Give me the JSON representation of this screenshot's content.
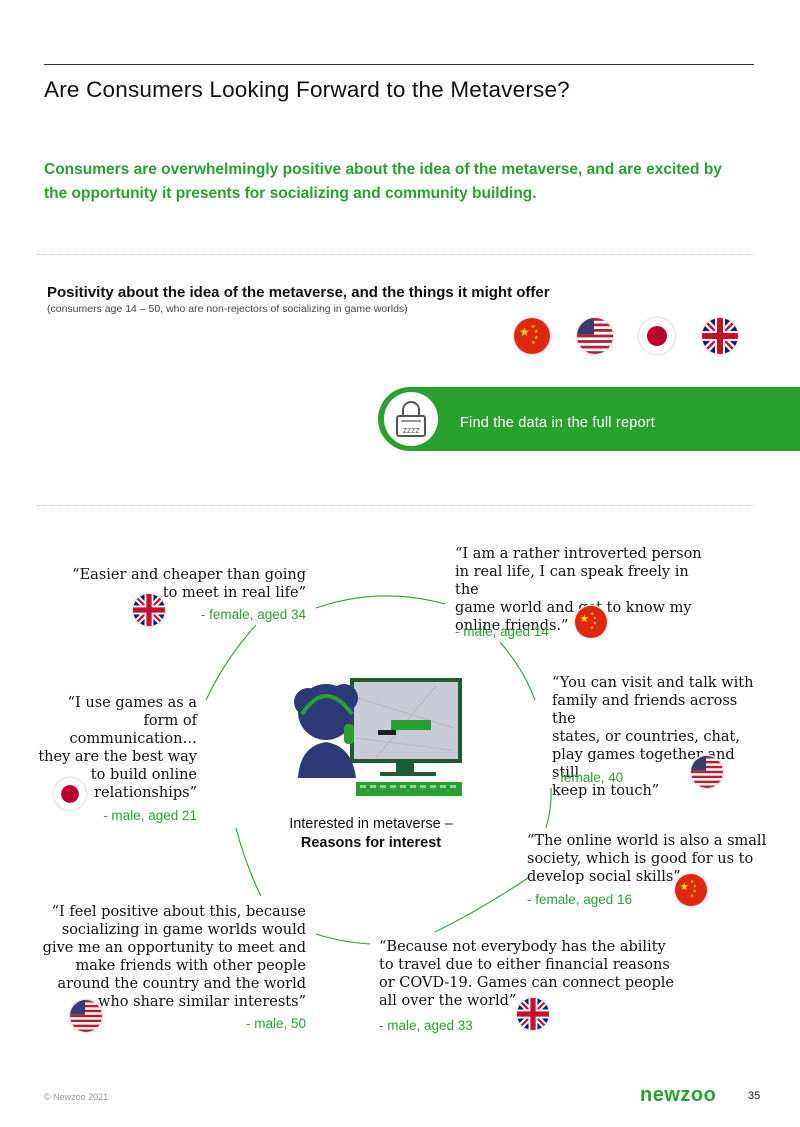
{
  "title": "Are Consumers Looking Forward to the Metaverse?",
  "lead": "Consumers are overwhelmingly positive about the idea of the metaverse, and are excited by the opportunity it presents for socializing and community building.",
  "section": {
    "title": "Positivity about the idea of the metaverse, and the things it might offer",
    "subtitle": "(consumers age 14 – 50, who are non-rejectors of socializing in game worlds)",
    "flags": [
      "china-flag-icon",
      "usa-flag-icon",
      "japan-flag-icon",
      "uk-flag-icon"
    ]
  },
  "cta": {
    "label": "Find the data in the full report",
    "icon": "padlock-icon"
  },
  "center": {
    "line1": "Interested in metaverse –",
    "line2": "Reasons for interest"
  },
  "quotes": [
    {
      "text_lines": [
        "“Easier and cheaper than going",
        "to meet in real life”"
      ],
      "who": "- female, aged 34",
      "flag": "uk"
    },
    {
      "text_lines": [
        "“I am a rather introverted person",
        "in real life, I can speak freely in the",
        "game world and get to know my",
        "online friends.”"
      ],
      "who": "- male, aged 14",
      "flag": "china"
    },
    {
      "text_lines": [
        "“You can visit and talk with",
        "family and friends across the",
        "states, or countries, chat,",
        "play games together and still",
        "keep in touch”"
      ],
      "who": "- female, 40",
      "flag": "usa"
    },
    {
      "text_lines": [
        "“I use games as a",
        "form of",
        "communication…",
        "they are the best way",
        "to build online",
        "relationships”"
      ],
      "who": "- male, aged 21",
      "flag": "japan"
    },
    {
      "text_lines": [
        "“The online world is also a small",
        "society, which is good for us to",
        "develop social skills”"
      ],
      "who": "- female, aged 16",
      "flag": "china"
    },
    {
      "text_lines": [
        "“I feel positive about this, because",
        "socializing in game worlds would",
        "give me an opportunity to meet and",
        "make friends with other people",
        "around the country and the world",
        "who share similar interests”"
      ],
      "who": "- male, 50",
      "flag": "usa"
    },
    {
      "text_lines": [
        "“Because not everybody has the ability",
        "to travel due to either financial reasons",
        "or COVD-19. Games can connect people",
        "all over the world”"
      ],
      "who": "- male, aged 33",
      "flag": "uk"
    }
  ],
  "footer": {
    "copyright": "© Newzoo 2021",
    "logo": "newzoo",
    "page": "35"
  },
  "colors": {
    "accent": "#2aa12f"
  }
}
